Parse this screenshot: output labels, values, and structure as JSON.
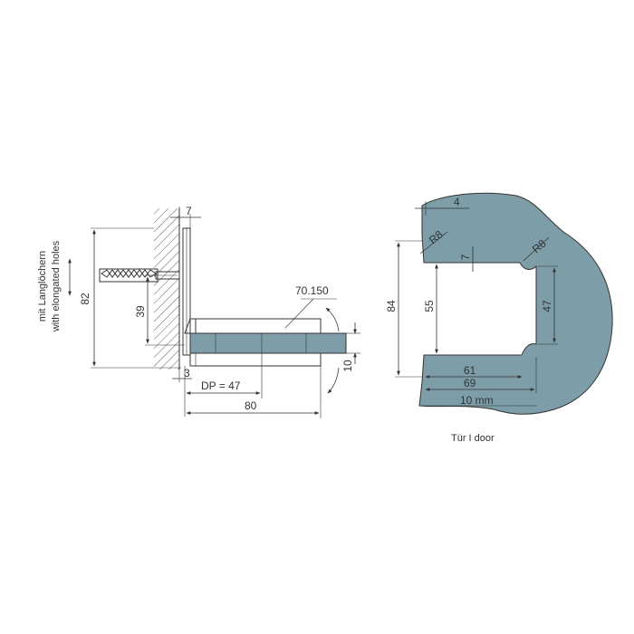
{
  "side_view": {
    "slot_note_de": "mit Langlöchern",
    "slot_note_en": "with elongated holes",
    "dim_height": "82",
    "dim_hole": "39",
    "dim_top": "7",
    "dim_base": "3",
    "dim_dp": "DP = 47",
    "dim_length": "80",
    "dim_thickness": "10",
    "part_number": "70.150"
  },
  "door_view": {
    "dim_top_offset": "4",
    "radius_left": "R8",
    "radius_right": "R8",
    "dim_step": "7",
    "dim_height": "84",
    "dim_inner": "55",
    "dim_right": "47",
    "dim_61": "61",
    "dim_69": "69",
    "dim_thickness": "10 mm",
    "caption": "Tür I door"
  },
  "colors": {
    "glass": "#7d9ea8",
    "line": "#333333"
  }
}
